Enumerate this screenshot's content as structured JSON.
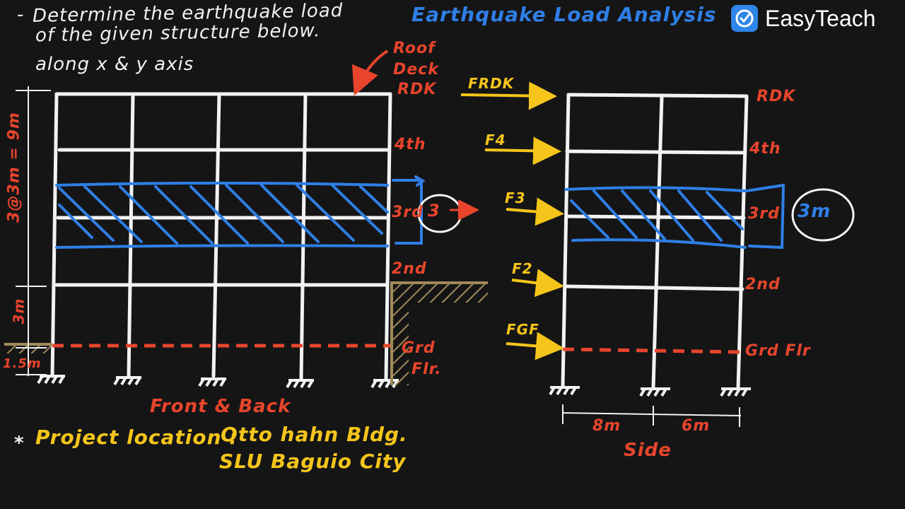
{
  "brand": {
    "name": "EasyTeach",
    "icon": "easyteach-logo-icon"
  },
  "heading": "Earthquake Load Analysis",
  "problem": {
    "bullet": "-",
    "line1": "Determine the earthquake load",
    "line2": "of the given structure below.",
    "line3": "along x & y axis"
  },
  "front_view": {
    "roof_note": [
      "Roof",
      "Deck",
      "RDK"
    ],
    "levels": [
      "4th",
      "3rd",
      "2nd",
      "Grd",
      "Flr."
    ],
    "dim_upper": "3@3m = 9m",
    "dim_lower": "3m",
    "dim_basement": "1.5m",
    "circled_value": "3",
    "caption": "Front & Back"
  },
  "side_view": {
    "forces": [
      "FRDK",
      "F4",
      "F3",
      "F2",
      "FGF"
    ],
    "levels": [
      "RDK",
      "4th",
      "3rd",
      "2nd",
      "Grd Flr"
    ],
    "circled_value": "3m",
    "bays": [
      "8m",
      "6m"
    ],
    "caption": "Side"
  },
  "project": {
    "star": "*",
    "label": "Project location :",
    "line1": "Otto hahn Bldg.",
    "line2": "SLU Baguio City"
  },
  "colors": {
    "background": "#151516",
    "frame": "#f2f2f2",
    "annotation_red": "#e8452c",
    "force_yellow": "#f5c51b",
    "highlight_blue": "#2f7fe6",
    "soil": "#a08a5a"
  }
}
